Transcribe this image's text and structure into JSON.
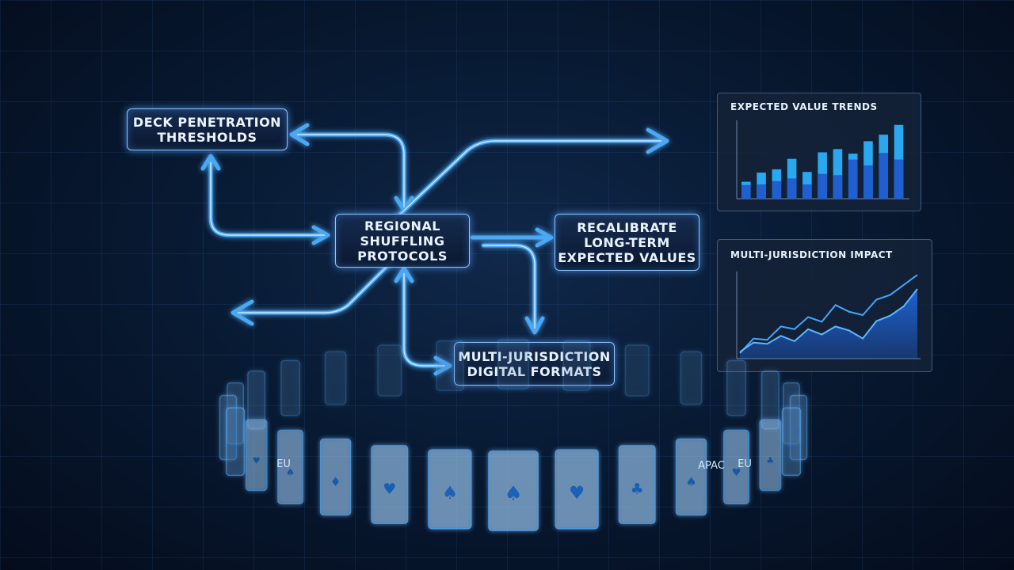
{
  "nodes": {
    "deck_penetration": "Deck Penetration\nThresholds",
    "regional_shuffling": "Regional\nShuffling\nProtocols",
    "recalibrate_ev": "Recalibrate\nLong-Term\nExpected Values",
    "multi_jurisdiction_formats": "Multi-Jurisdiction\nDigital Formats"
  },
  "chart_data": [
    {
      "type": "bar",
      "title": "Expected Value Trends",
      "categories": [
        "",
        "",
        "",
        "",
        "",
        "",
        "",
        "",
        "",
        "",
        ""
      ],
      "series": [
        {
          "values": [
            26,
            40,
            45,
            61,
            41,
            71,
            76,
            69,
            88,
            98,
            113
          ]
        },
        {
          "values": [
            21,
            22,
            27,
            31,
            22,
            38,
            36,
            60,
            51,
            70,
            60
          ]
        }
      ],
      "ylim": [
        0,
        120
      ],
      "grid": false,
      "colors": [
        "#29a8f0",
        "#1f5fd0"
      ]
    },
    {
      "type": "area",
      "title": "Multi-Jurisdiction Impact",
      "x": [
        0,
        1,
        2,
        3,
        4,
        5,
        6,
        7,
        8,
        9,
        10,
        11,
        12,
        13
      ],
      "series": [
        {
          "values": [
            8,
            30,
            28,
            48,
            44,
            62,
            55,
            80,
            70,
            65,
            88,
            95,
            110,
            125
          ]
        },
        {
          "values": [
            10,
            24,
            22,
            34,
            26,
            44,
            36,
            48,
            42,
            30,
            56,
            64,
            78,
            104
          ]
        }
      ],
      "ylim": [
        0,
        130
      ],
      "grid": false,
      "colors": [
        "#3fa6ff",
        "#1f64d8"
      ]
    }
  ],
  "cards": {
    "labels": [
      "EU",
      "EU",
      "APAC"
    ],
    "suits": [
      "heart",
      "spade",
      "spade",
      "diamond",
      "club",
      "heart"
    ],
    "colors": {
      "card": "#b8dcff",
      "glow": "#5fb4ff",
      "suit": "#7fd0ff"
    }
  },
  "colors": {
    "accent": "#4fb0ff",
    "node_border": "#8cc4ff",
    "background": "#081a33"
  }
}
